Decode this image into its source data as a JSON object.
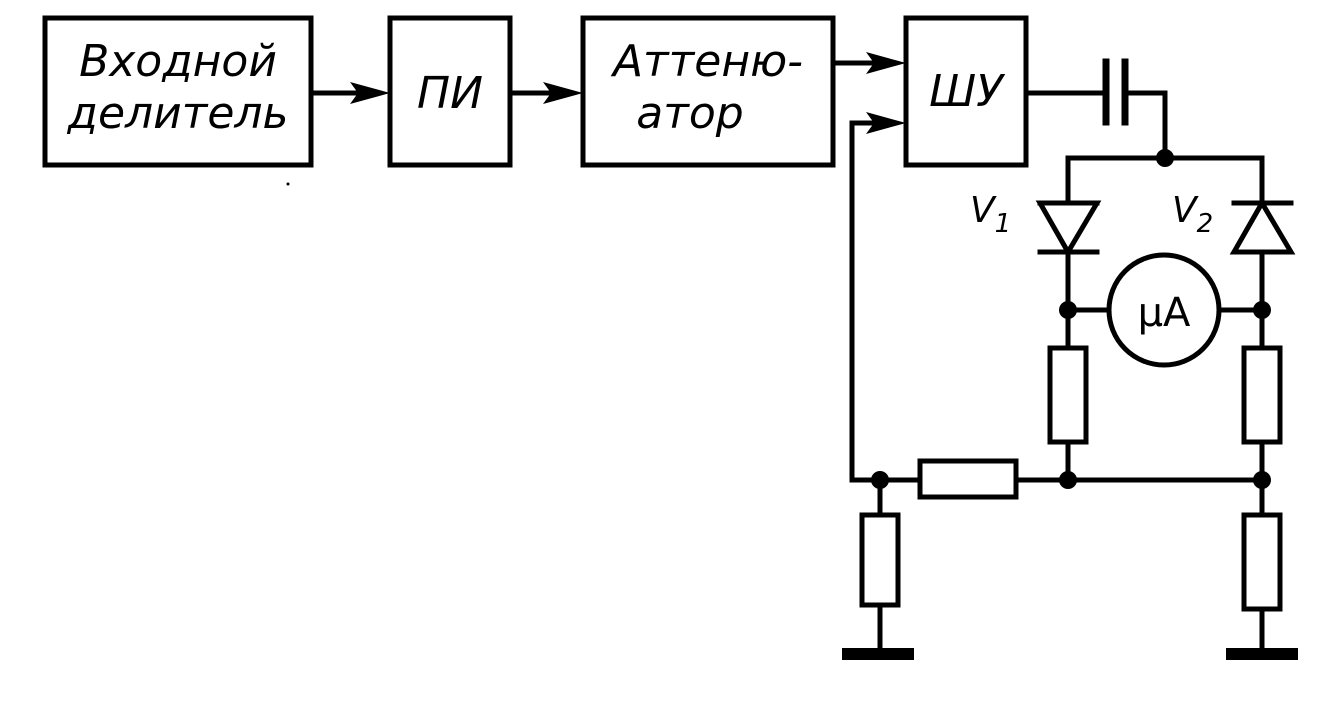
{
  "blocks": {
    "input_divider": {
      "line1": "Входной",
      "line2": "делитель"
    },
    "pi": {
      "label": "ПИ"
    },
    "attenuator": {
      "line1": "Аттеню-",
      "line2": "атор"
    },
    "shu": {
      "label": "ШУ"
    }
  },
  "components": {
    "diode_v1": {
      "letter": "V",
      "index": "1"
    },
    "diode_v2": {
      "letter": "V",
      "index": "2"
    },
    "meter": {
      "label": "μA"
    }
  }
}
